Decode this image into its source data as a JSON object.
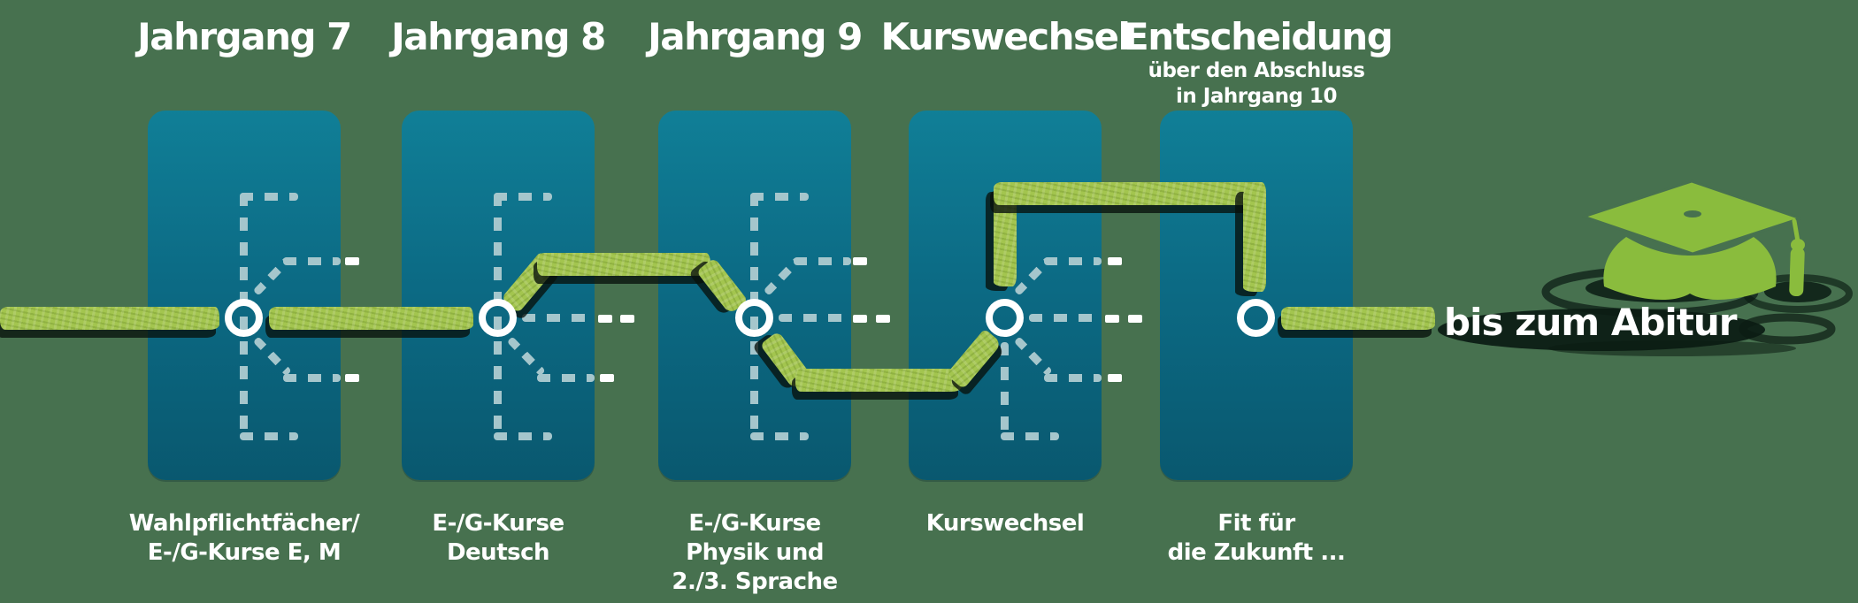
{
  "columns": [
    {
      "header": "Jahrgang 7",
      "footer_lines": [
        "Wahlpflichtfächer/",
        "E-/G-Kurse E, M"
      ]
    },
    {
      "header": "Jahrgang 8",
      "footer_lines": [
        "E-/G-Kurse",
        "Deutsch"
      ]
    },
    {
      "header": "Jahrgang 9",
      "footer_lines": [
        "E-/G-Kurse",
        "Physik und",
        "2./3. Sprache"
      ]
    },
    {
      "header": "Kurswechsel",
      "footer_lines": [
        "Kurswechsel"
      ]
    },
    {
      "header": "Entscheidung",
      "header_sub_lines": [
        "über den Abschluss",
        "in Jahrgang 10"
      ],
      "footer_lines": [
        "Fit für",
        "die Zukunft ..."
      ]
    }
  ],
  "caption": "bis zum Abitur",
  "icons": {
    "graduation_cap": "graduation-cap-icon"
  },
  "colors": {
    "background": "#47714F",
    "panel_top": "#107F97",
    "panel_bottom": "#09586F",
    "path_green": "#A3C54F",
    "cap_green": "#8ABC3D",
    "dash_interior": "#A5C6CC",
    "dash_exterior": "#FFFFFF",
    "ring": "#FFFFFF",
    "shadow": "#0B1B13"
  },
  "figure": {
    "type": "flow-path",
    "stations": [
      "Jahrgang 7",
      "Jahrgang 8",
      "Jahrgang 9",
      "Kurswechsel",
      "Entscheidung"
    ],
    "route_segments": [
      "straight-in",
      "straight",
      "upper-branch",
      "lower-branch",
      "top-loop",
      "straight-to-abitur"
    ]
  }
}
